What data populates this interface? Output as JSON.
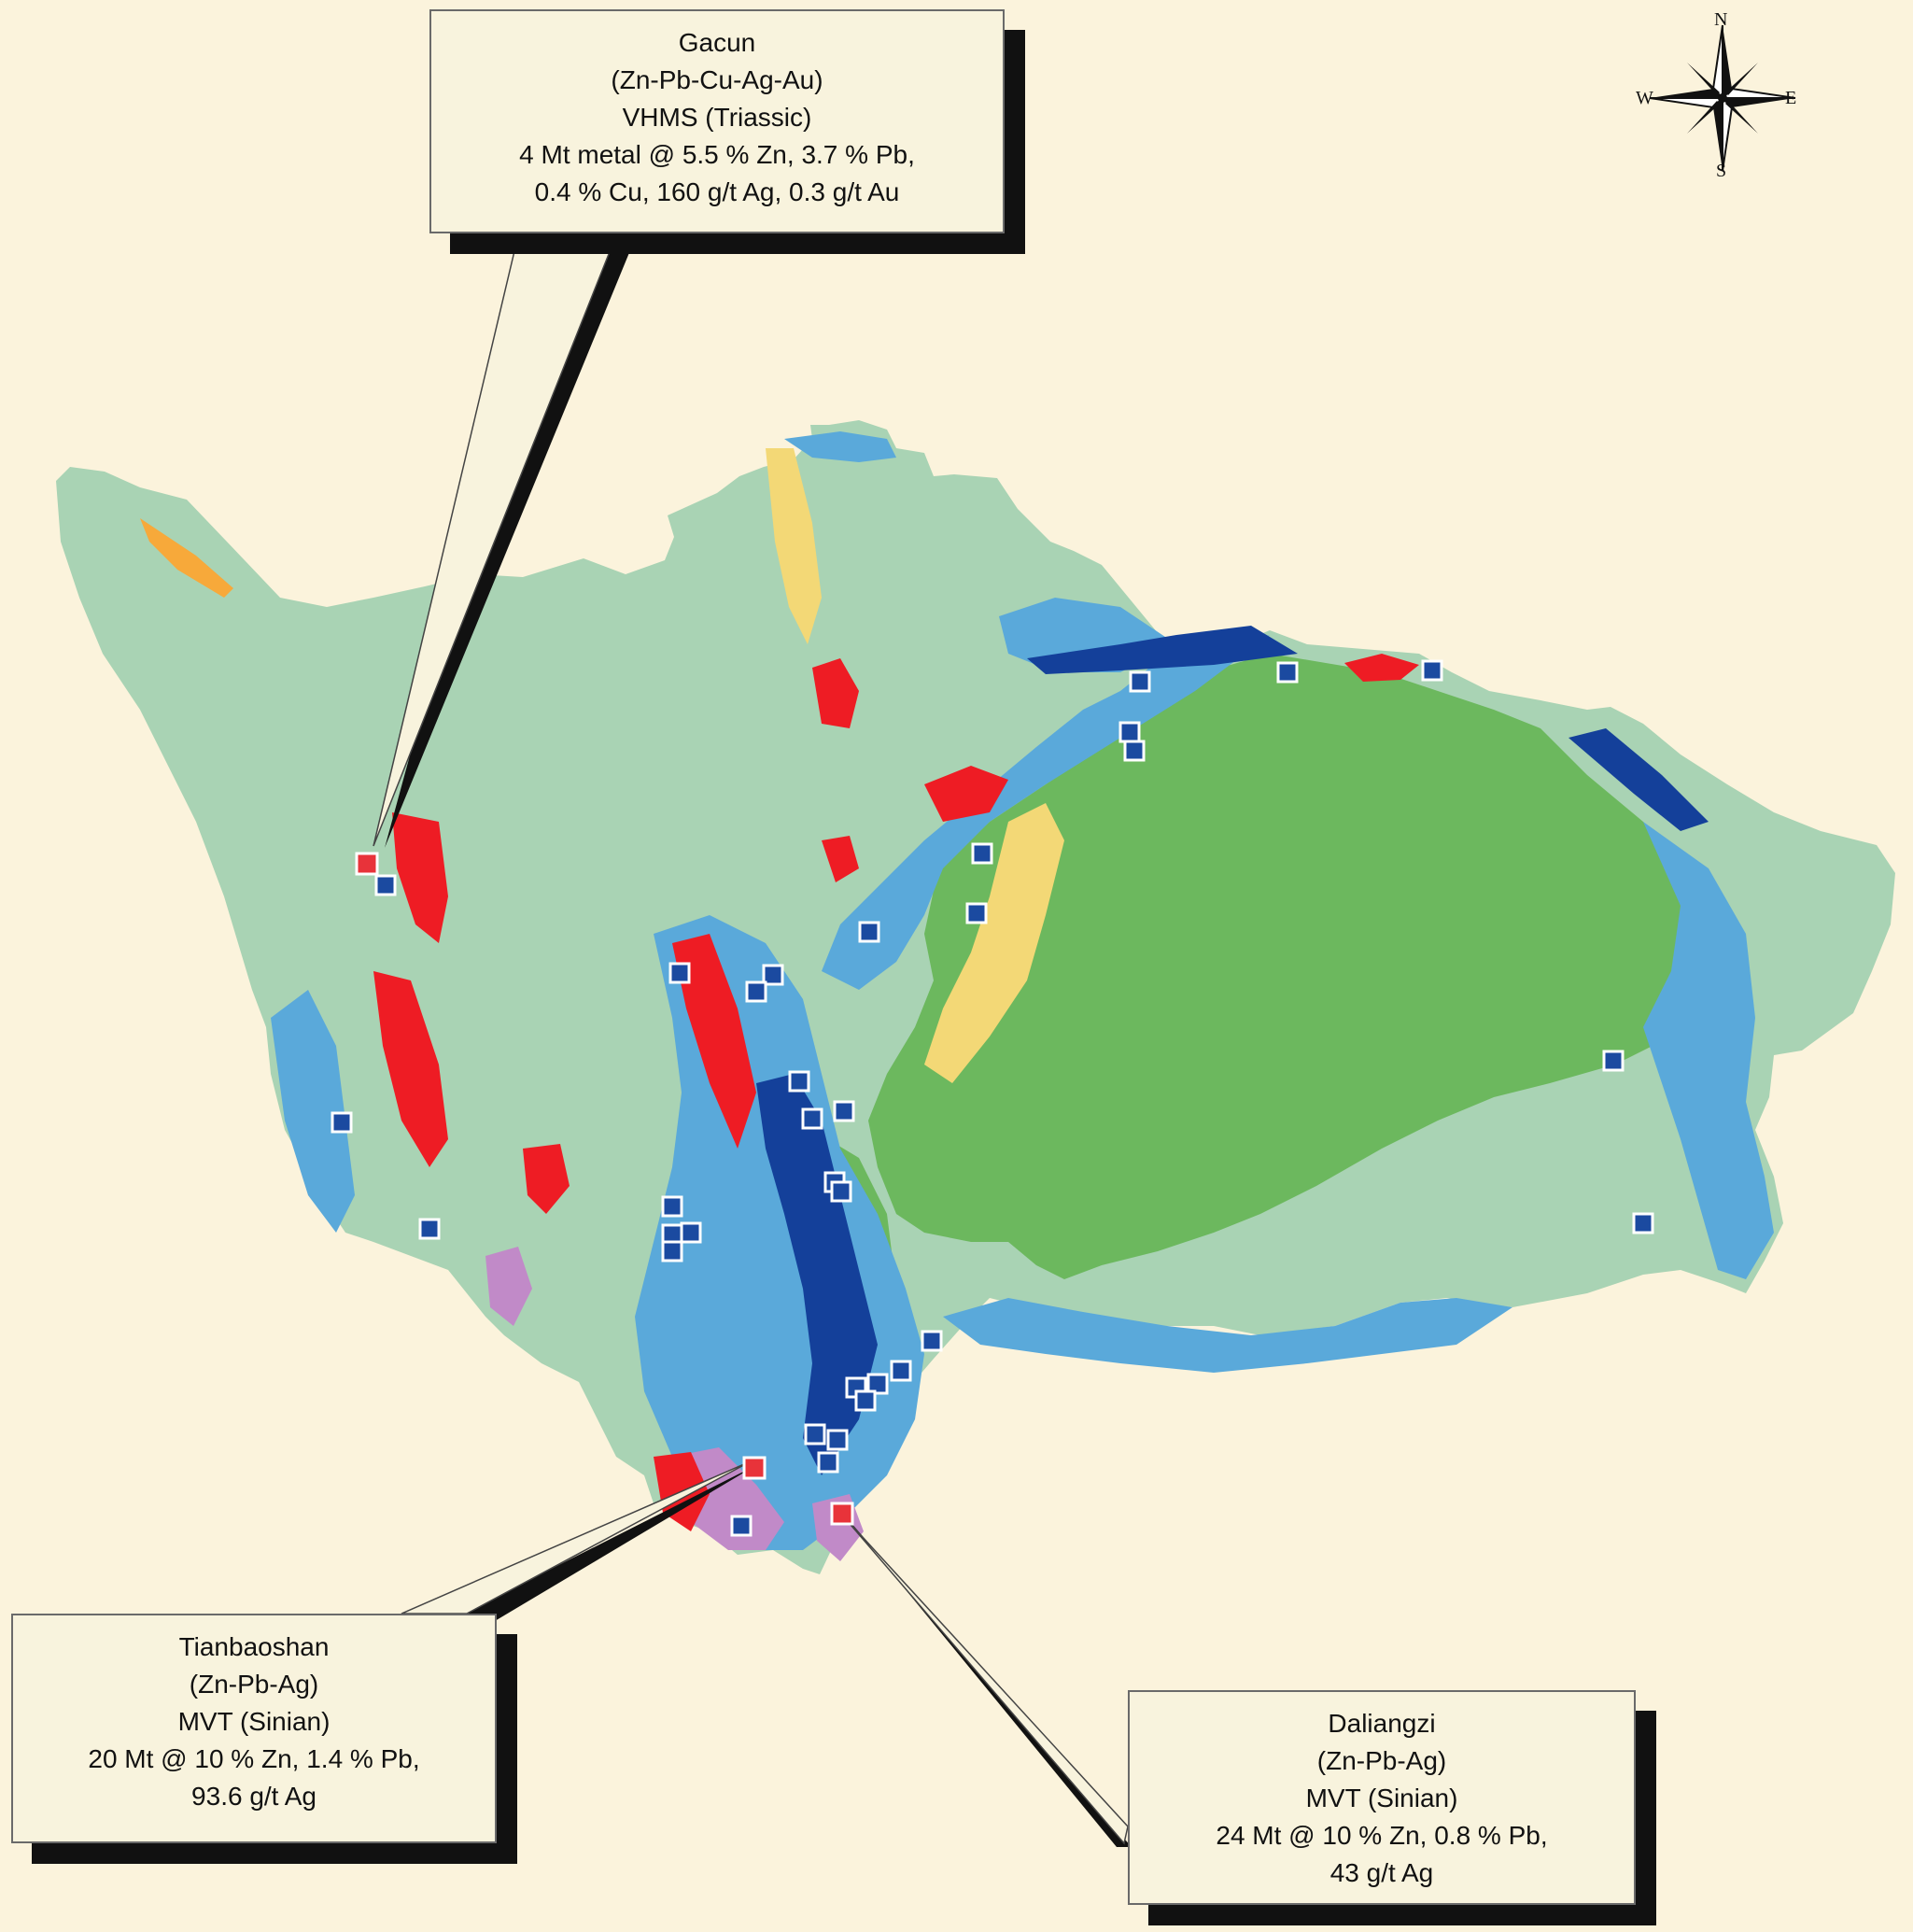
{
  "colors": {
    "background": "#fbf3dc",
    "pale_green_unit": "#a9d3b4",
    "green_unit": "#6cb85e",
    "light_blue_unit": "#5aa9da",
    "dark_blue_unit": "#14409a",
    "red_unit": "#ee1c24",
    "yellow_unit": "#f3d876",
    "orange_unit": "#f7a93a",
    "purple_unit": "#c18ac8",
    "deposit_marker": "#1b4aa0",
    "major_deposit_marker": "#e8333a"
  },
  "compass": {
    "north": "N",
    "south": "S",
    "east": "E",
    "west": "W"
  },
  "callouts": {
    "gacun": {
      "name": "Gacun",
      "metals": "(Zn-Pb-Cu-Ag-Au)",
      "type": "VHMS (Triassic)",
      "grade_line1": "4 Mt metal @ 5.5 % Zn, 3.7 % Pb,",
      "grade_line2": "0.4 % Cu, 160 g/t Ag, 0.3 g/t Au"
    },
    "tianbaoshan": {
      "name": "Tianbaoshan",
      "metals": "(Zn-Pb-Ag)",
      "type": "MVT (Sinian)",
      "grade_line1": "20 Mt @ 10 % Zn, 1.4 % Pb,",
      "grade_line2": "93.6 g/t Ag"
    },
    "daliangzi": {
      "name": "Daliangzi",
      "metals": "(Zn-Pb-Ag)",
      "type": "MVT (Sinian)",
      "grade_line1": "24 Mt @ 10 % Zn, 0.8 % Pb,",
      "grade_line2": "43 g/t Ag"
    }
  }
}
